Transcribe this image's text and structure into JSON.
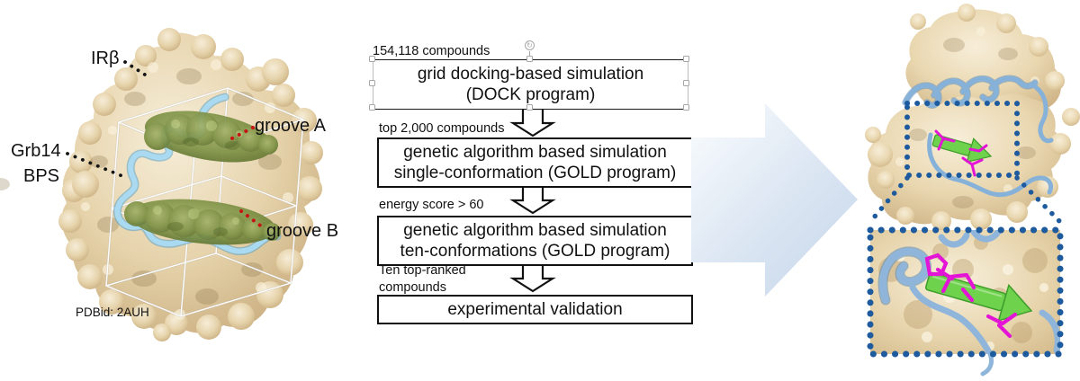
{
  "figure": {
    "left": {
      "label_irb": "IRβ",
      "label_grb14": "Grb14",
      "label_bps": "BPS",
      "label_groove_a": "groove A",
      "label_groove_b": "groove B",
      "label_pdbid": "PDBid: 2AUH"
    },
    "flowchart": {
      "steps": [
        {
          "annotation": "154,118 compounds",
          "line1": "grid docking-based simulation",
          "line2": "(DOCK program)",
          "state": "selected"
        },
        {
          "annotation": "top 2,000 compounds",
          "line1": "genetic algorithm based simulation",
          "line2": "single-conformation (GOLD program)"
        },
        {
          "annotation": "energy score > 60",
          "line1": "genetic algorithm based simulation",
          "line2": "ten-conformations (GOLD program)"
        },
        {
          "annotation_line1": "Ten top-ranked",
          "annotation_line2": "compounds",
          "line1": "experimental validation"
        }
      ]
    },
    "colors": {
      "surface_tan": "#e6d3ab",
      "surface_tan_shadow": "#c4a878",
      "groove_olive": "#7d9144",
      "ribbon_light_blue": "#a9daf1",
      "ribbon_steel_blue": "#86b1d8",
      "strand_green": "#6ed24c",
      "ligand_magenta": "#e414d6",
      "callout_dot_blue": "#1d5a9e",
      "connector_red": "#c81414",
      "connector_black": "#151515",
      "big_arrow_light": "#f5f9fc",
      "big_arrow_dark": "#c3d5ea",
      "box_border": "#111111",
      "handle_border": "#a6a6a6"
    }
  }
}
